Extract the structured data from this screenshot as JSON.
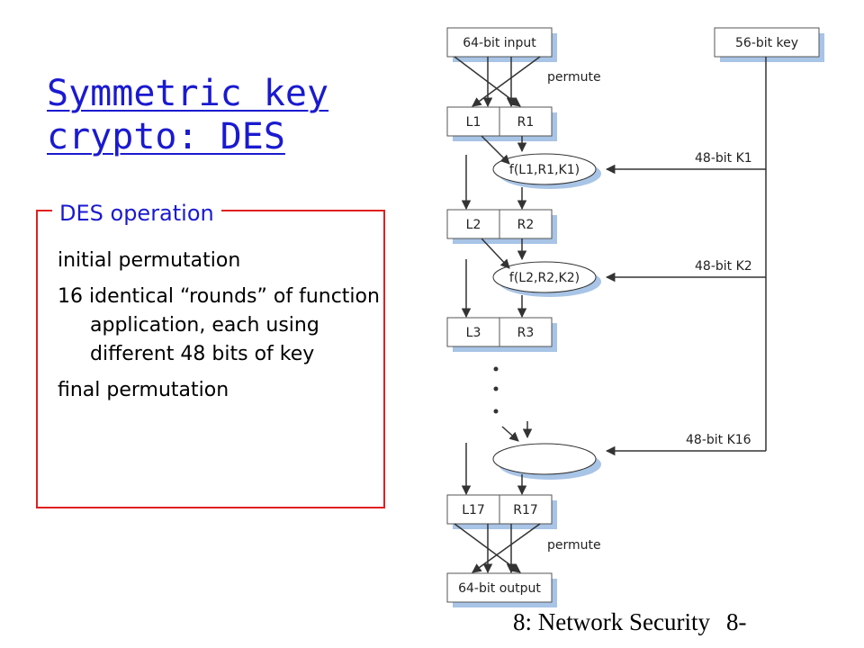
{
  "slide": {
    "title": "Symmetric key crypto: DES",
    "box_legend": "DES operation",
    "items": [
      "initial permutation",
      "16 identical “rounds” of function application, each using different 48 bits of key",
      "final permutation"
    ],
    "footer_chapter": "8: Network Security",
    "footer_page": "8-"
  },
  "diagram": {
    "input_label": "64-bit input",
    "key_label": "56-bit key",
    "permute_top": "permute",
    "l1": "L1",
    "r1": "R1",
    "f1": "f(L1,R1,K1)",
    "k1": "48-bit K1",
    "l2": "L2",
    "r2": "R2",
    "f2": "f(L2,R2,K2)",
    "k2": "48-bit K2",
    "l3": "L3",
    "r3": "R3",
    "k16": "48-bit K16",
    "l17": "L17",
    "r17": "R17",
    "permute_bottom": "permute",
    "output_label": "64-bit output"
  },
  "colors": {
    "title": "#1a1ad0",
    "box_border": "#e02020",
    "diagram_shadow": "#a8c4e6",
    "diagram_stroke": "#333333"
  }
}
